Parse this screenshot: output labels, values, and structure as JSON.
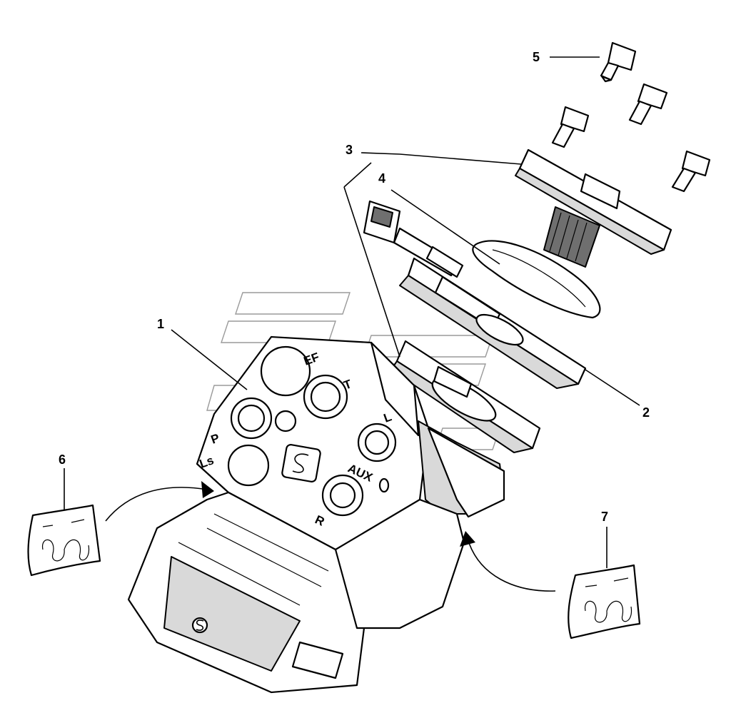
{
  "callouts": {
    "c1": "1",
    "c2": "2",
    "c3": "3",
    "c4": "4",
    "c5": "5",
    "c6": "6",
    "c7": "7"
  },
  "port_labels": {
    "ef": "EF",
    "t": "T",
    "p": "P",
    "ls": "Ls",
    "l": "L",
    "aux": "AUX",
    "r": "R"
  },
  "icons": {
    "brand_logo": "s-logo-icon",
    "label_tag": "label-tag-icon",
    "arrow": "curved-arrow-icon"
  },
  "colors": {
    "line": "#000000",
    "background": "#ffffff",
    "shade": "#d9d9d9",
    "dark": "#6f6f6f"
  }
}
